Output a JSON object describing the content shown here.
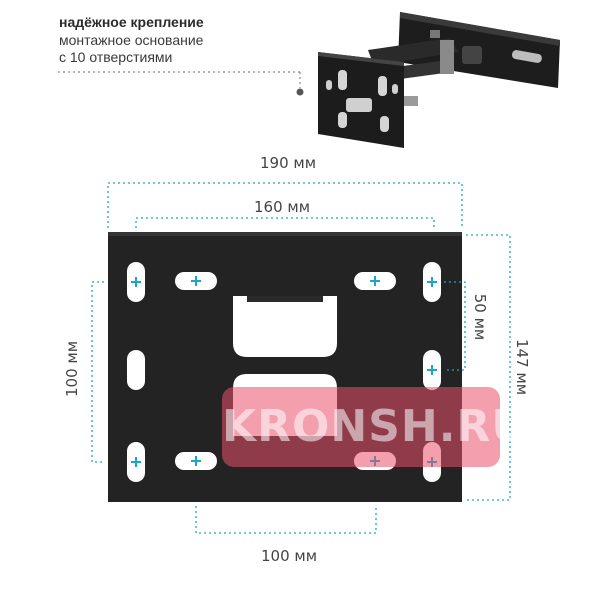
{
  "header": {
    "title": "надёжное крепление",
    "line1": "монтажное основание",
    "line2": "с 10 отверстиями"
  },
  "dimensions": {
    "top_outer": "190 мм",
    "top_inner": "160 мм",
    "left": "100 мм",
    "right_inner": "50 мм",
    "right_outer": "147 мм",
    "bottom": "100 мм"
  },
  "watermark": "KRONSH.RU",
  "colors": {
    "plate": "#232323",
    "accent": "#1aa6c4",
    "watermark_bg": "#e9506b"
  }
}
